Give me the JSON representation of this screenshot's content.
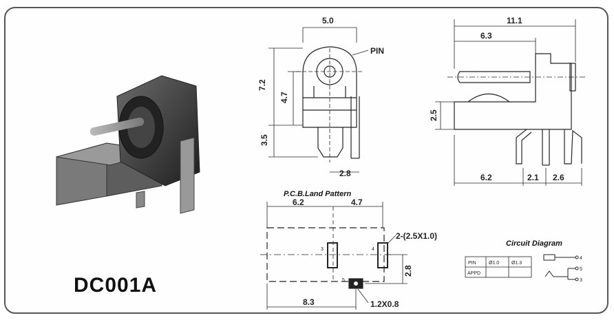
{
  "model": "DC001A",
  "side_view": {
    "width": "5.0",
    "pin_label": "PIN",
    "height_total": "7.2",
    "height_center": "4.7",
    "leg_length": "3.5",
    "leg_offset": "2.8"
  },
  "front_view": {
    "length_total": "11.1",
    "length_partial": "6.3",
    "center_height": "2.5",
    "base_length": "6.2",
    "pin_spacing_a": "2.1",
    "pin_spacing_b": "2.6"
  },
  "pcb": {
    "title": "P.C.B.Land Pattern",
    "dim_left": "6.2",
    "dim_right": "4.7",
    "slot_note": "2-(2.5X1.0)",
    "pin3": "3",
    "pin4": "4",
    "pin5": "5",
    "dim_vertical": "2.8",
    "dim_bottom": "8.3",
    "pad_note": "1.2X0.8"
  },
  "circuit": {
    "title": "Circuit Diagram",
    "table_headers": [
      "PIN",
      "Ø1.0",
      "Ø1.3"
    ],
    "table_row_label": "APPD",
    "pins": [
      "4",
      "5",
      "3"
    ]
  }
}
